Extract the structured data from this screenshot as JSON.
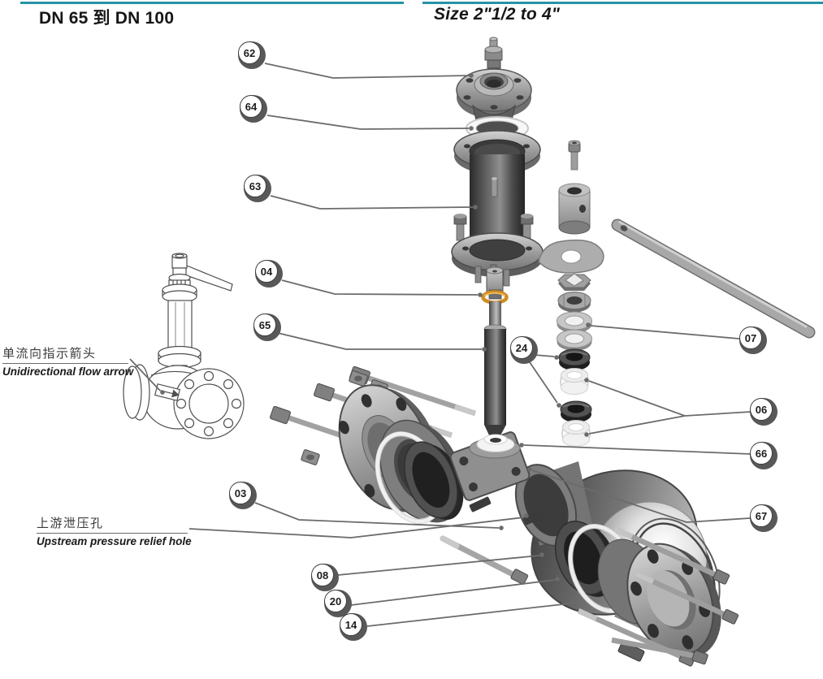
{
  "header": {
    "title_cn": "DN 65 到 DN 100",
    "title_en": "Size 2\"1/2 to 4\"",
    "accent_color": "#2792a5"
  },
  "labels": {
    "flow_arrow_cn": "单流向指示箭头",
    "flow_arrow_en": "Unidirectional flow arrow",
    "relief_hole_cn": "上游泄压孔",
    "relief_hole_en": "Upstream pressure relief hole"
  },
  "callouts": [
    {
      "label": "62"
    },
    {
      "label": "64"
    },
    {
      "label": "63"
    },
    {
      "label": "04"
    },
    {
      "label": "65"
    },
    {
      "label": "03"
    },
    {
      "label": "08"
    },
    {
      "label": "20"
    },
    {
      "label": "14"
    },
    {
      "label": "07"
    },
    {
      "label": "24"
    },
    {
      "label": "06"
    },
    {
      "label": "66"
    },
    {
      "label": "67"
    }
  ],
  "colors": {
    "accent_teal": "#2792a5",
    "leader_line": "#6b6b6b",
    "o_ring_orange": "#d18c22"
  }
}
